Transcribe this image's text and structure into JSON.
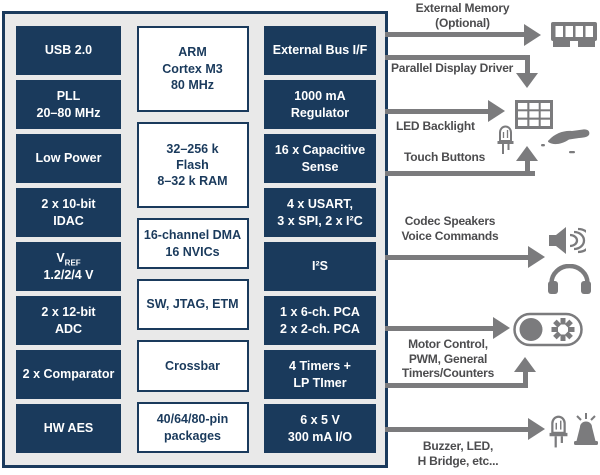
{
  "colors": {
    "navy": "#1a3a5c",
    "box_background": "#e9e9e9",
    "white": "#ffffff",
    "arrow_gray": "#7b7b7d",
    "label_gray": "#4c4c4e"
  },
  "chip": {
    "left": [
      {
        "label": "USB 2.0"
      },
      {
        "label": "PLL\n20–80 MHz"
      },
      {
        "label": "Low Power"
      },
      {
        "label": "2 x 10-bit\nIDAC"
      },
      {
        "main": "V",
        "sub": "REF",
        "line2": "1.2/2/4 V"
      },
      {
        "label": "2 x 12-bit\nADC"
      },
      {
        "label": "2 x Comparator"
      },
      {
        "label": "HW AES"
      }
    ],
    "middle": [
      {
        "label": "ARM\nCortex M3\n80 MHz"
      },
      {
        "label": "32–256 k\nFlash\n8–32 k RAM"
      },
      {
        "label": "16-channel DMA\n16 NVICs"
      },
      {
        "label": "SW, JTAG, ETM"
      },
      {
        "label": "Crossbar"
      },
      {
        "label": "40/64/80-pin\npackages"
      }
    ],
    "right": [
      {
        "label": "External Bus I/F"
      },
      {
        "label": "1000 mA\nRegulator"
      },
      {
        "label": "16 x Capacitive\nSense"
      },
      {
        "label": "4 x USART,\n3 x SPI, 2 x I²C"
      },
      {
        "label": "I²S"
      },
      {
        "label": "1 x 6-ch. PCA\n2 x 2-ch. PCA"
      },
      {
        "label": "4 Timers +\nLP TImer"
      },
      {
        "label": "6 x 5 V\n300 mA I/O"
      }
    ]
  },
  "periph": {
    "external_memory": {
      "label": "External Memory\n(Optional)",
      "icon": "memory-module-icon"
    },
    "display_driver": {
      "label": "Parallel Display Driver"
    },
    "led_backlight": {
      "label": "LED Backlight",
      "icons": [
        "led-panel-icon",
        "led-icon"
      ]
    },
    "touch_buttons": {
      "label": "Touch Buttons",
      "icon": "touch-hand-icon"
    },
    "codec": {
      "label": "Codec Speakers\nVoice Commands",
      "icons": [
        "speaker-icon",
        "headphones-icon"
      ]
    },
    "motor": {
      "label": "Motor Control,\nPWM, General\nTimers/Counters",
      "icon": "motor-icon"
    },
    "buzzer": {
      "label": "Buzzer, LED,\nH Bridge, etc...",
      "icons": [
        "led-icon",
        "buzzer-icon"
      ]
    }
  }
}
